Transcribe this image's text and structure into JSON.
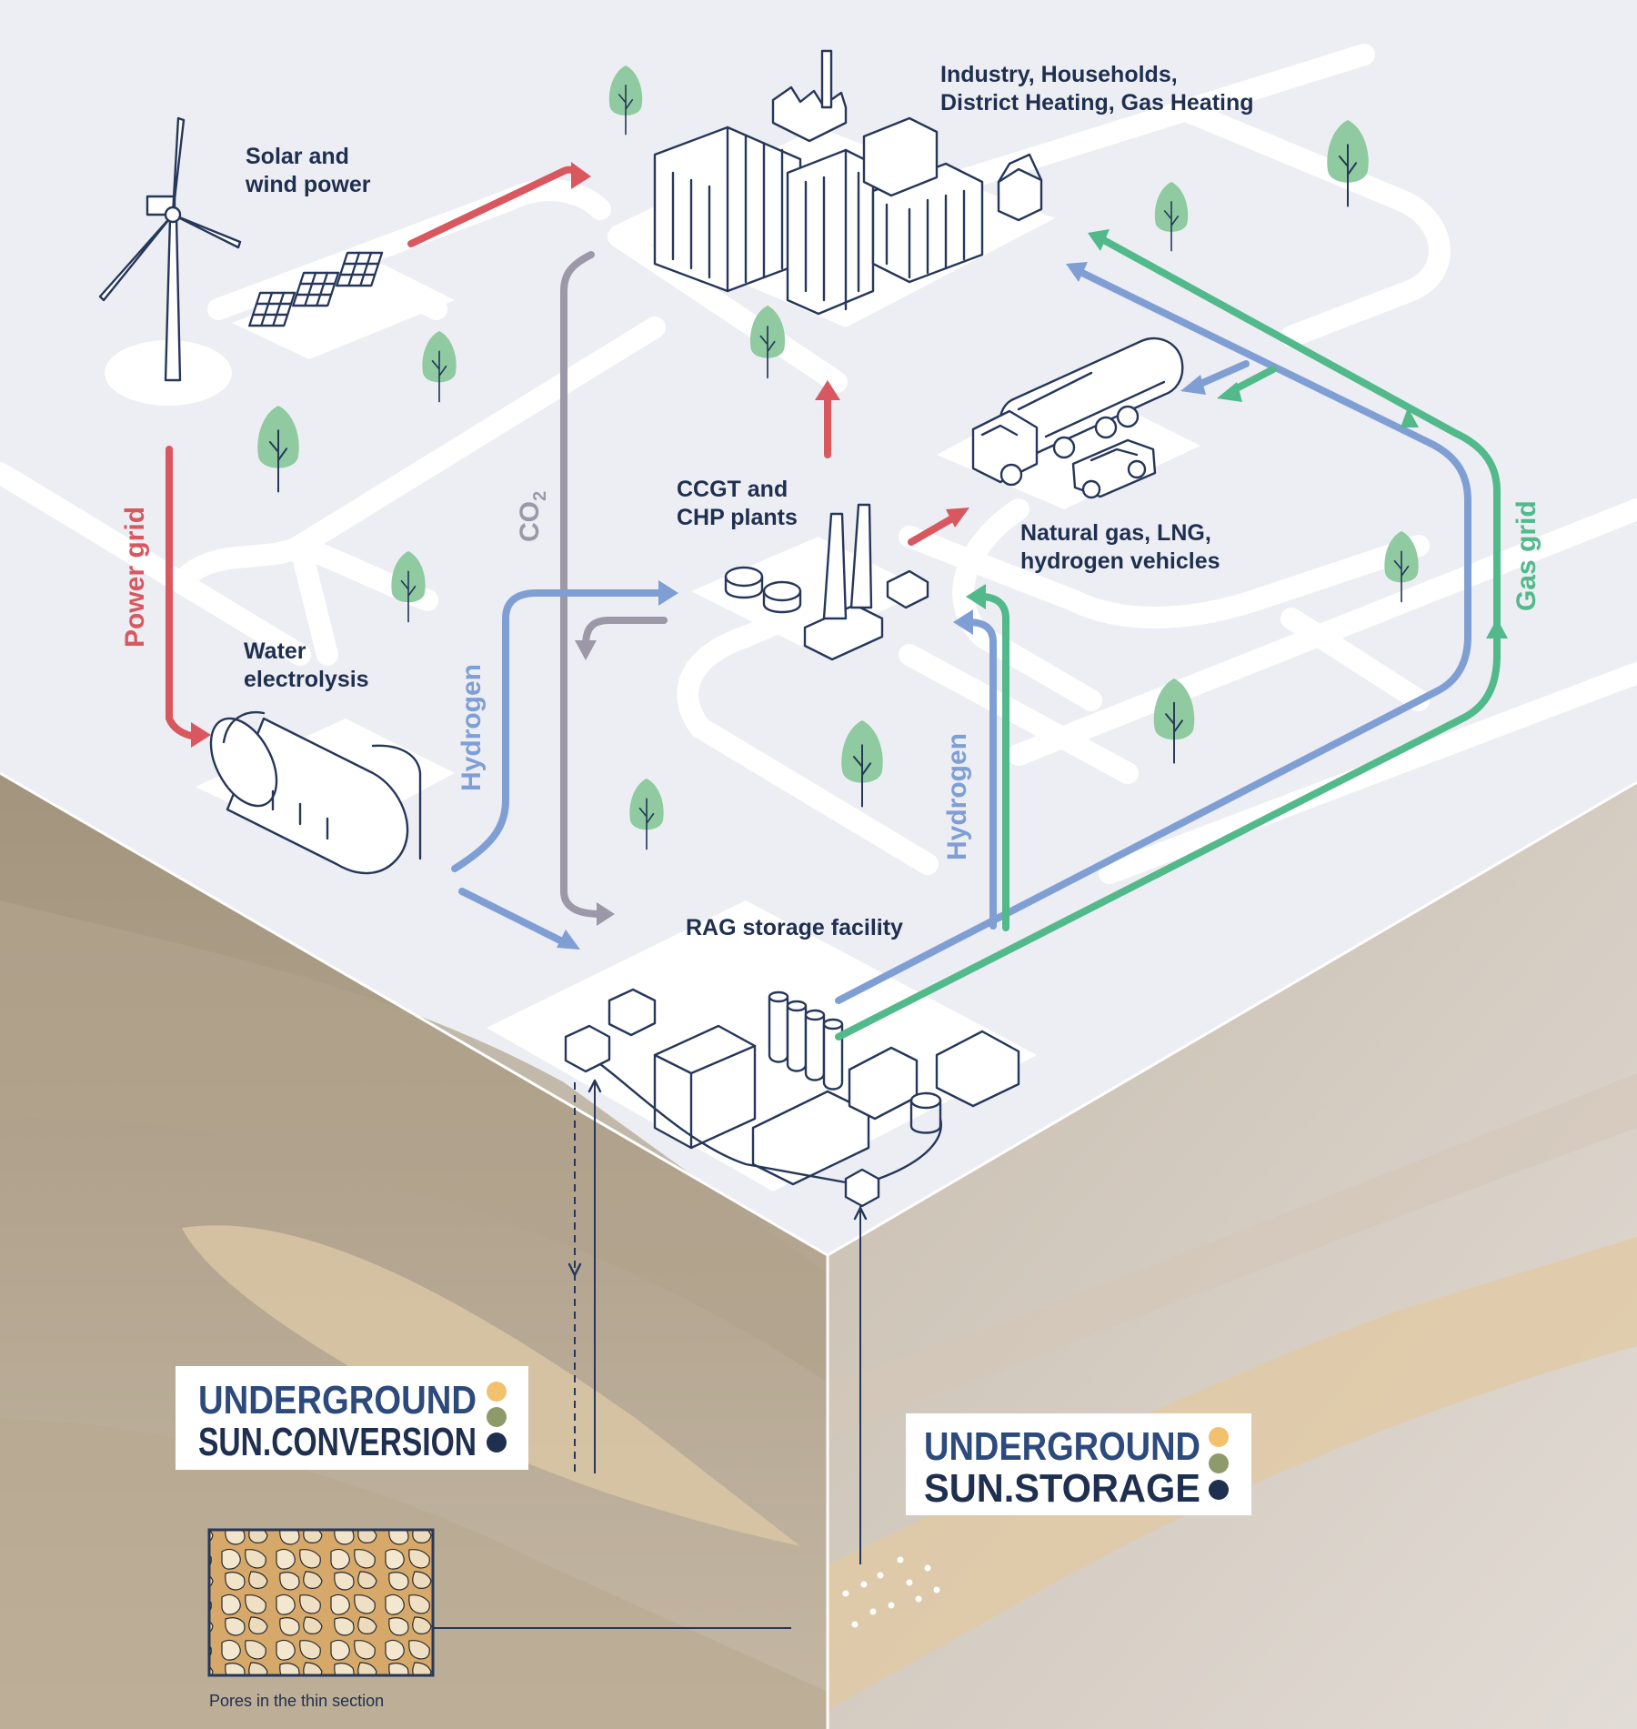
{
  "labels": {
    "solar_wind": [
      "Solar and",
      "wind power"
    ],
    "industry": [
      "Industry, Households,",
      "District Heating, Gas Heating"
    ],
    "ccgt": [
      "CCGT and",
      "CHP plants"
    ],
    "vehicles": [
      "Natural gas, LNG,",
      "hydrogen vehicles"
    ],
    "electrolysis": [
      "Water",
      "electrolysis"
    ],
    "storage": "RAG storage facility",
    "pores": "Pores in the thin section"
  },
  "flows": {
    "power_grid": "Power grid",
    "co2_main": "CO",
    "co2_sub": "2",
    "hydrogen_left": "Hydrogen",
    "hydrogen_right": "Hydrogen",
    "gas_grid": "Gas grid"
  },
  "logos": {
    "conversion": {
      "line1": "UNDERGROUND",
      "line2": "SUN.CONVERSION"
    },
    "storage": {
      "line1": "UNDERGROUND",
      "line2": "SUN.STORAGE"
    }
  },
  "colors": {
    "power": "#d9575f",
    "hydrogen": "#7f9fd4",
    "gas": "#52b98a",
    "co2": "#9c98a8",
    "ink": "#1f2f4f",
    "logo_blue": "#2c4a7c",
    "dot_yellow": "#f2c16e",
    "dot_green": "#8f9a6a",
    "dot_navy": "#1f2f4f"
  }
}
